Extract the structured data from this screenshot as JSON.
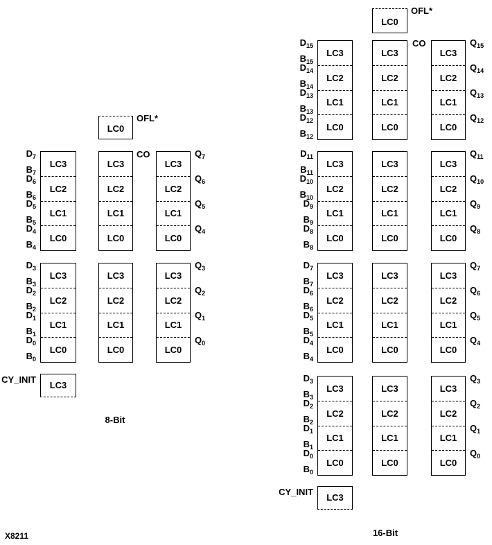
{
  "colors": {
    "ink": "#000000",
    "background": "#ffffff"
  },
  "figure_label": "X8211",
  "diagrams": [
    {
      "title": "8-Bit",
      "ofl_label": "OFL*",
      "ofl_cell": "LC0",
      "carry_out_label": "CO",
      "cy_init_label": "CY_INIT",
      "cy_init_cell": "LC3",
      "column_cells": [
        "LC3",
        "LC2",
        "LC1",
        "LC0"
      ],
      "row_label_prefixes": {
        "data_input": "D",
        "operand_input": "B",
        "output": "Q"
      },
      "groups": [
        {
          "bits": [
            "7",
            "6",
            "5",
            "4"
          ]
        },
        {
          "bits": [
            "3",
            "2",
            "1",
            "0"
          ]
        }
      ]
    },
    {
      "title": "16-Bit",
      "ofl_label": "OFL*",
      "ofl_cell": "LC0",
      "carry_out_label": "CO",
      "cy_init_label": "CY_INIT",
      "cy_init_cell": "LC3",
      "column_cells": [
        "LC3",
        "LC2",
        "LC1",
        "LC0"
      ],
      "row_label_prefixes": {
        "data_input": "D",
        "operand_input": "B",
        "output": "Q"
      },
      "groups": [
        {
          "bits": [
            "15",
            "14",
            "13",
            "12"
          ]
        },
        {
          "bits": [
            "11",
            "10",
            "9",
            "8"
          ]
        },
        {
          "bits": [
            "7",
            "6",
            "5",
            "4"
          ]
        },
        {
          "bits": [
            "3",
            "2",
            "1",
            "0"
          ]
        }
      ]
    }
  ]
}
